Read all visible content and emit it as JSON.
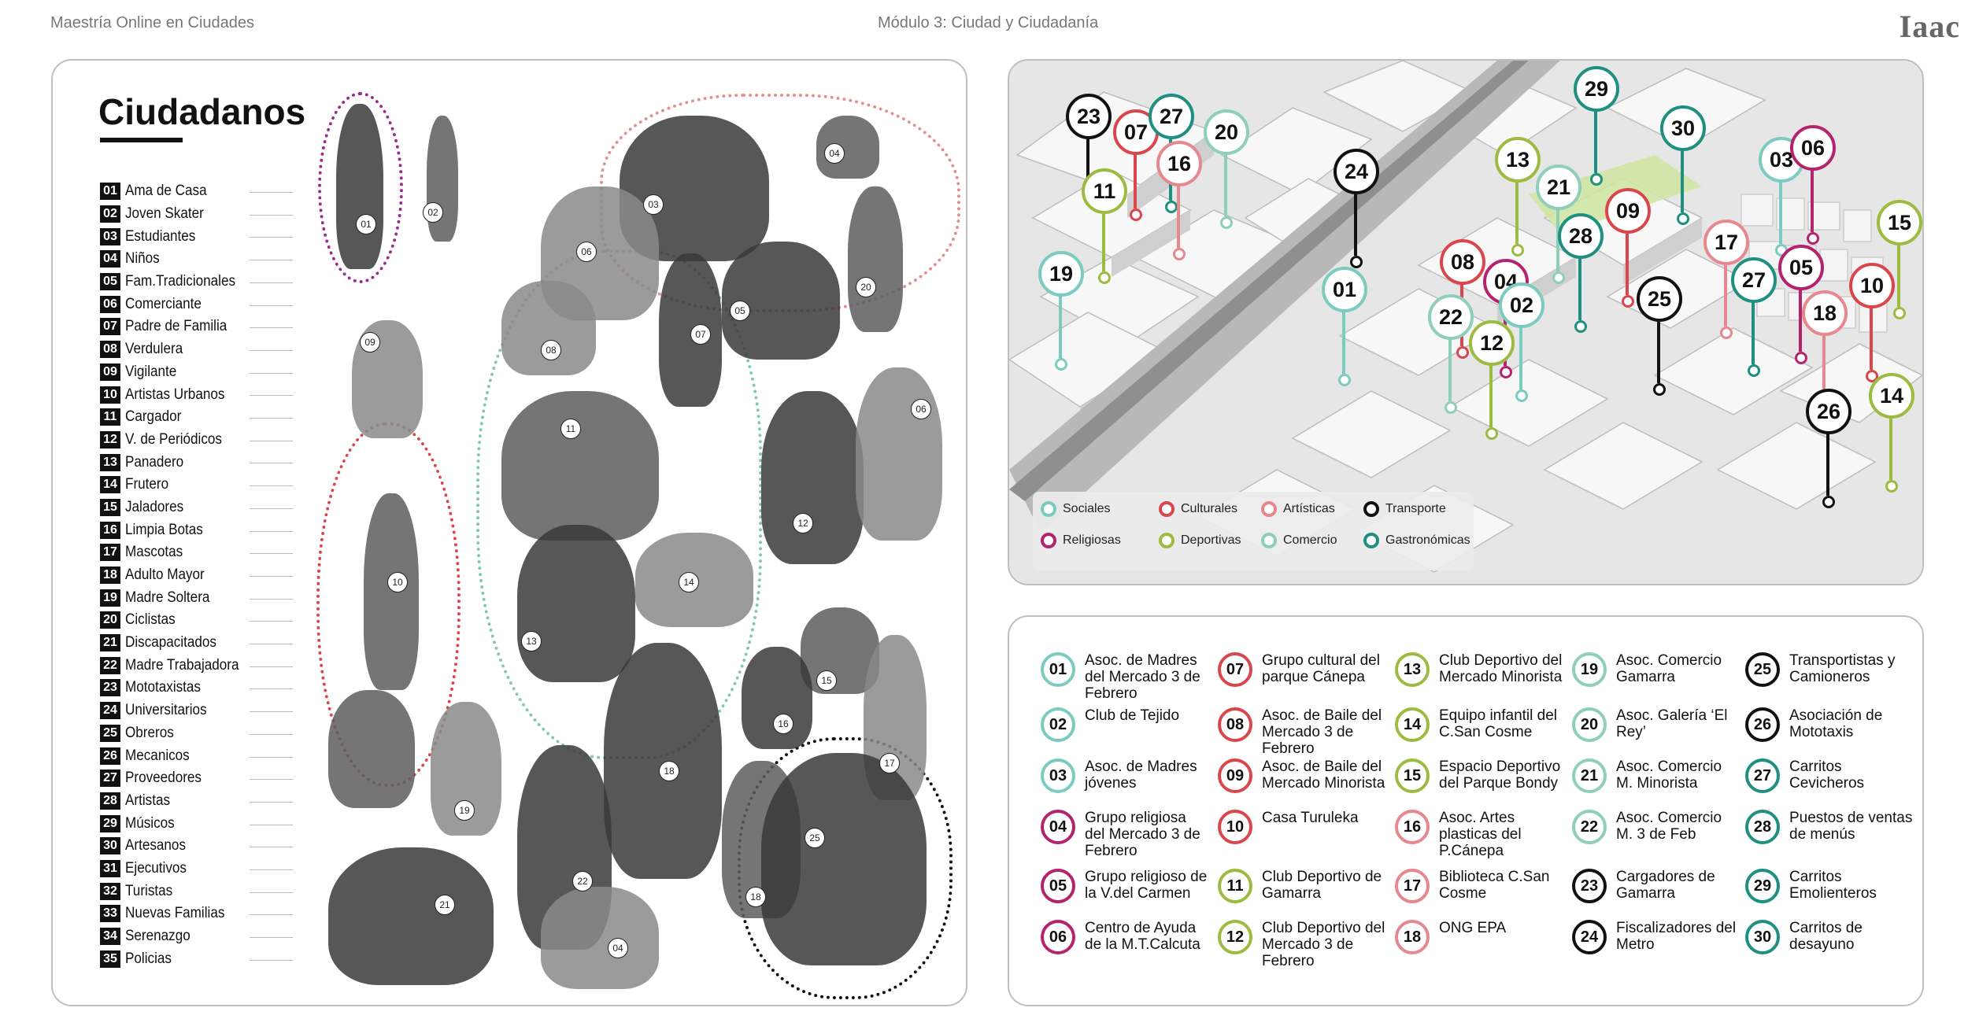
{
  "header": {
    "left": "Maestría Online en Ciudades",
    "center": "Módulo 3: Ciudad y Ciudadanía",
    "logo": "Iaac"
  },
  "colors": {
    "sociales": "#7ccbc0",
    "culturales": "#d9474d",
    "artisticas": "#e7878e",
    "transporte": "#111111",
    "religiosas": "#b4246e",
    "deportivas": "#9dbb40",
    "comercio": "#8fcfb9",
    "gastronomicas": "#1f8f7f"
  },
  "citizens": {
    "title": "Ciudadanos",
    "items": [
      {
        "num": "01",
        "name": "Ama de Casa"
      },
      {
        "num": "02",
        "name": "Joven Skater"
      },
      {
        "num": "03",
        "name": "Estudiantes"
      },
      {
        "num": "04",
        "name": "Niños"
      },
      {
        "num": "05",
        "name": "Fam.Tradicionales"
      },
      {
        "num": "06",
        "name": "Comerciante"
      },
      {
        "num": "07",
        "name": "Padre de Familia"
      },
      {
        "num": "08",
        "name": "Verdulera"
      },
      {
        "num": "09",
        "name": "Vigilante"
      },
      {
        "num": "10",
        "name": "Artistas Urbanos"
      },
      {
        "num": "11",
        "name": "Cargador"
      },
      {
        "num": "12",
        "name": "V. de Periódicos"
      },
      {
        "num": "13",
        "name": "Panadero"
      },
      {
        "num": "14",
        "name": "Frutero"
      },
      {
        "num": "15",
        "name": "Jaladores"
      },
      {
        "num": "16",
        "name": "Limpia Botas"
      },
      {
        "num": "17",
        "name": "Mascotas"
      },
      {
        "num": "18",
        "name": "Adulto Mayor"
      },
      {
        "num": "19",
        "name": "Madre Soltera"
      },
      {
        "num": "20",
        "name": "Ciclistas"
      },
      {
        "num": "21",
        "name": "Discapacitados"
      },
      {
        "num": "22",
        "name": "Madre Trabajadora"
      },
      {
        "num": "23",
        "name": "Mototaxistas"
      },
      {
        "num": "24",
        "name": "Universitarios"
      },
      {
        "num": "25",
        "name": "Obreros"
      },
      {
        "num": "26",
        "name": "Mecanicos"
      },
      {
        "num": "27",
        "name": "Proveedores"
      },
      {
        "num": "28",
        "name": "Artistas"
      },
      {
        "num": "29",
        "name": "Músicos"
      },
      {
        "num": "30",
        "name": "Artesanos"
      },
      {
        "num": "31",
        "name": "Ejecutivos"
      },
      {
        "num": "32",
        "name": "Turistas"
      },
      {
        "num": "33",
        "name": "Nuevas Familias"
      },
      {
        "num": "34",
        "name": "Serenazgo"
      },
      {
        "num": "35",
        "name": "Policias"
      }
    ]
  },
  "collage_tags": [
    "01",
    "02",
    "03",
    "04",
    "05",
    "06",
    "07",
    "08",
    "09",
    "10",
    "11",
    "12",
    "13",
    "14",
    "15",
    "16",
    "17",
    "18",
    "19",
    "20",
    "21",
    "22",
    "25",
    "06",
    "18",
    "04"
  ],
  "map": {
    "legend": [
      {
        "label": "Sociales",
        "color": "#7ccbc0"
      },
      {
        "label": "Culturales",
        "color": "#d9474d"
      },
      {
        "label": "Artísticas",
        "color": "#e7878e"
      },
      {
        "label": "Transporte",
        "color": "#111111"
      },
      {
        "label": "Religiosas",
        "color": "#b4246e"
      },
      {
        "label": "Deportivas",
        "color": "#9dbb40"
      },
      {
        "label": "Comercio",
        "color": "#8fcfb9"
      },
      {
        "label": "Gastronómicas",
        "color": "#1f8f7f"
      }
    ],
    "pins": [
      "23",
      "07",
      "27",
      "20",
      "16",
      "11",
      "24",
      "19",
      "29",
      "30",
      "03",
      "06",
      "13",
      "21",
      "09",
      "28",
      "15",
      "17",
      "08",
      "04",
      "01",
      "22",
      "02",
      "12",
      "25",
      "27",
      "05",
      "10",
      "18",
      "26",
      "14"
    ]
  },
  "organizations": [
    {
      "num": "01",
      "color": "#7ccbc0",
      "text": "Asoc. de Madres del Mercado 3 de Febrero"
    },
    {
      "num": "02",
      "color": "#7ccbc0",
      "text": "Club de Tejido"
    },
    {
      "num": "03",
      "color": "#7ccbc0",
      "text": "Asoc. de Madres jóvenes"
    },
    {
      "num": "04",
      "color": "#b4246e",
      "text": "Grupo religiosa del Mercado 3 de Febrero"
    },
    {
      "num": "05",
      "color": "#b4246e",
      "text": "Grupo religioso de la V.del Carmen"
    },
    {
      "num": "06",
      "color": "#b4246e",
      "text": "Centro de Ayuda de la M.T.Calcuta"
    },
    {
      "num": "07",
      "color": "#d9474d",
      "text": "Grupo cultural del parque Cánepa"
    },
    {
      "num": "08",
      "color": "#d9474d",
      "text": "Asoc. de Baile del Mercado 3 de Febrero"
    },
    {
      "num": "09",
      "color": "#d9474d",
      "text": "Asoc. de Baile del Mercado Minorista"
    },
    {
      "num": "10",
      "color": "#d9474d",
      "text": "Casa Turuleka"
    },
    {
      "num": "11",
      "color": "#9dbb40",
      "text": "Club Deportivo de Gamarra"
    },
    {
      "num": "12",
      "color": "#9dbb40",
      "text": "Club Deportivo del Mercado 3 de Febrero"
    },
    {
      "num": "13",
      "color": "#9dbb40",
      "text": "Club Deportivo del Mercado Minorista"
    },
    {
      "num": "14",
      "color": "#9dbb40",
      "text": "Equipo infantil del C.San Cosme"
    },
    {
      "num": "15",
      "color": "#9dbb40",
      "text": "Espacio Deportivo del Parque Bondy"
    },
    {
      "num": "16",
      "color": "#e7878e",
      "text": "Asoc. Artes plasticas del P.Cánepa"
    },
    {
      "num": "17",
      "color": "#e7878e",
      "text": "Biblioteca C.San Cosme"
    },
    {
      "num": "18",
      "color": "#e7878e",
      "text": "ONG EPA"
    },
    {
      "num": "19",
      "color": "#8fcfb9",
      "text": "Asoc. Comercio Gamarra"
    },
    {
      "num": "20",
      "color": "#8fcfb9",
      "text": "Asoc. Galería ‘El Rey’"
    },
    {
      "num": "21",
      "color": "#8fcfb9",
      "text": "Asoc. Comercio M. Minorista"
    },
    {
      "num": "22",
      "color": "#8fcfb9",
      "text": "Asoc. Comercio M. 3 de Feb"
    },
    {
      "num": "23",
      "color": "#111111",
      "text": "Cargadores de Gamarra"
    },
    {
      "num": "24",
      "color": "#111111",
      "text": "Fiscalizadores del Metro"
    },
    {
      "num": "25",
      "color": "#111111",
      "text": "Transportistas y Camioneros"
    },
    {
      "num": "26",
      "color": "#111111",
      "text": "Asociación de Mototaxis"
    },
    {
      "num": "27",
      "color": "#1f8f7f",
      "text": "Carritos Cevicheros"
    },
    {
      "num": "28",
      "color": "#1f8f7f",
      "text": "Puestos de ventas de menús"
    },
    {
      "num": "29",
      "color": "#1f8f7f",
      "text": "Carritos Emolienteros"
    },
    {
      "num": "30",
      "color": "#1f8f7f",
      "text": "Carritos de desayuno"
    }
  ]
}
